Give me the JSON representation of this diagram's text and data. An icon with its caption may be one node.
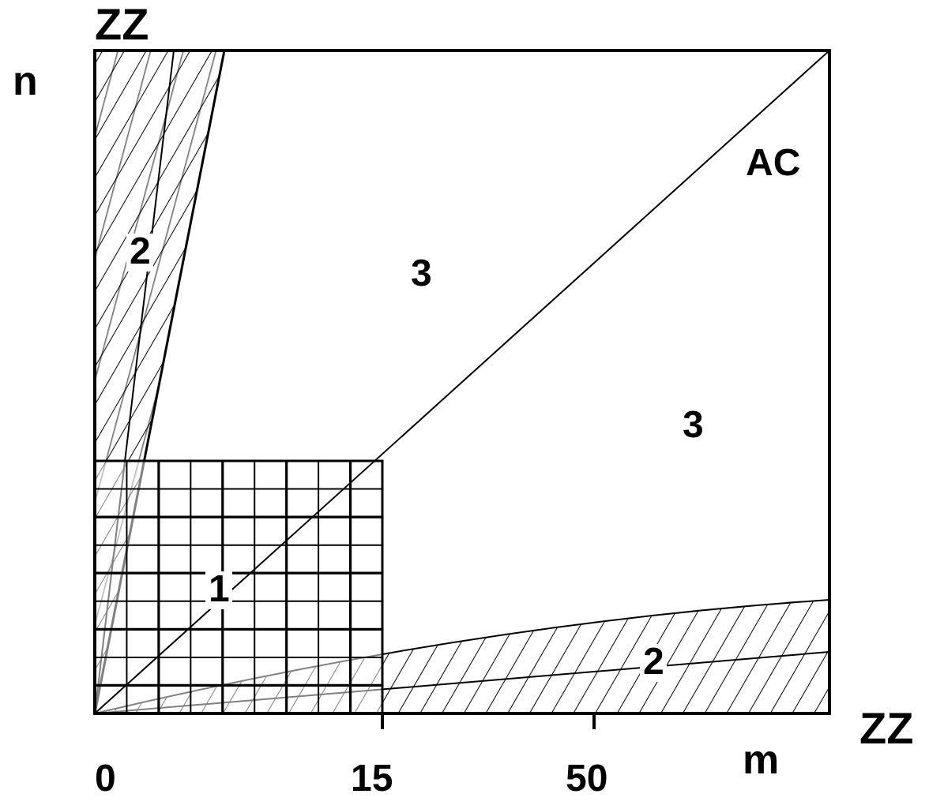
{
  "diagram": {
    "labels": [
      "ZZ",
      "n",
      "2",
      "3",
      "AC",
      "3",
      "1",
      "2",
      "ZZ",
      "0",
      "15",
      "50",
      "m"
    ]
  }
}
